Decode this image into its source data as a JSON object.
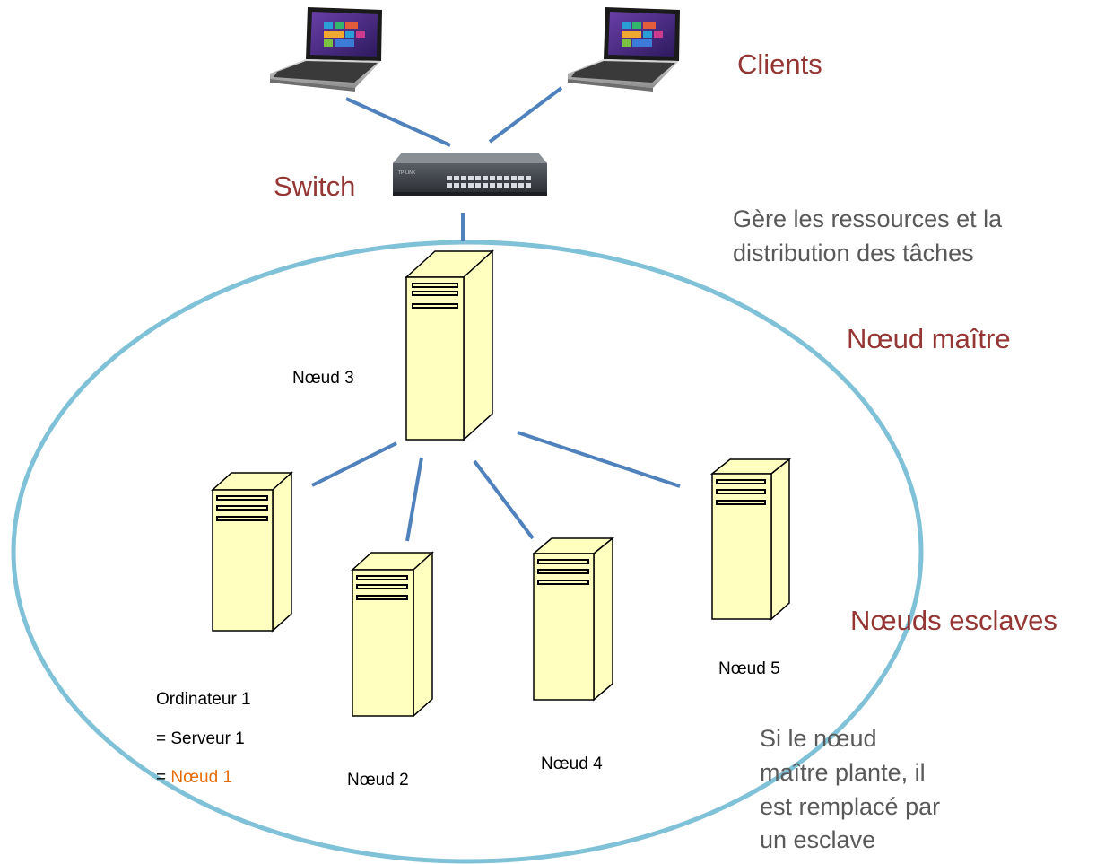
{
  "labels": {
    "clients": "Clients",
    "switch": "Switch",
    "master_description": "Gère les ressources et la distribution des tâches",
    "master_node": "Nœud maître",
    "slave_nodes": "Nœuds esclaves",
    "failover_note": "Si le nœud maître plante, il est remplacé par un esclave"
  },
  "nodes": {
    "node3": "Nœud 3",
    "node5": "Nœud 5",
    "node4": "Nœud 4",
    "node2": "Nœud 2",
    "node1_line1": "Ordinateur 1",
    "node1_line2": "= Serveur 1",
    "node1_line3_prefix": "= ",
    "node1_line3_highlight": "Nœud 1"
  },
  "device_labels": {
    "switch_brand": "TP-LINK"
  },
  "colors": {
    "title_red": "#943634",
    "note_gray": "#595959",
    "highlight_orange": "#e46c0a",
    "link_blue": "#4f81bd",
    "cluster_ring": "#7fc1d6",
    "server_fill": "#ffffc0"
  }
}
